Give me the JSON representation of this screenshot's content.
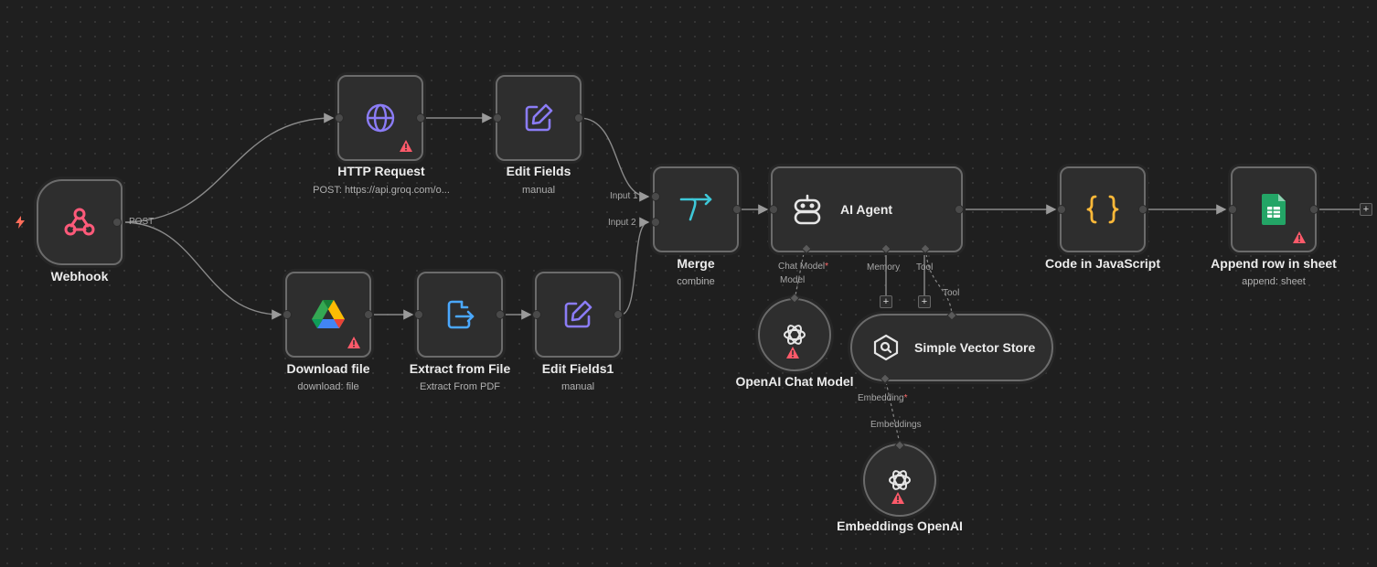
{
  "canvas": {
    "background": "#1f1f1f",
    "accent": "#ff6d5a"
  },
  "nodes": {
    "webhook": {
      "title": "Webhook",
      "port_label": "POST",
      "icon": "webhook-icon"
    },
    "http_request": {
      "title": "HTTP Request",
      "subtitle": "POST: https://api.groq.com/o...",
      "icon": "globe-icon"
    },
    "edit_fields": {
      "title": "Edit Fields",
      "subtitle": "manual",
      "icon": "pencil-square-icon"
    },
    "download_file": {
      "title": "Download file",
      "subtitle": "download: file",
      "icon": "google-drive-icon"
    },
    "extract_from_file": {
      "title": "Extract from File",
      "subtitle": "Extract From PDF",
      "icon": "file-export-icon"
    },
    "edit_fields1": {
      "title": "Edit Fields1",
      "subtitle": "manual",
      "icon": "pencil-square-icon"
    },
    "merge": {
      "title": "Merge",
      "subtitle": "combine",
      "input1": "Input 1",
      "input2": "Input 2",
      "icon": "merge-icon"
    },
    "ai_agent": {
      "title": "AI Agent",
      "chat_model_label": "Chat Model",
      "memory_label": "Memory",
      "tool_label": "Tool",
      "icon": "robot-icon"
    },
    "openai_chat_model": {
      "title": "OpenAI Chat Model",
      "port_label": "Model",
      "icon": "openai-icon"
    },
    "simple_vector_store": {
      "title": "Simple Vector Store",
      "tool_label": "Tool",
      "embedding_label": "Embedding",
      "icon": "vector-store-icon"
    },
    "embeddings_openai": {
      "title": "Embeddings OpenAI",
      "port_label": "Embeddings",
      "icon": "openai-icon"
    },
    "code_js": {
      "title": "Code in JavaScript",
      "icon": "curly-braces-icon"
    },
    "append_row": {
      "title": "Append row in sheet",
      "subtitle": "append: sheet",
      "icon": "google-sheets-icon"
    }
  },
  "required_marker": "*",
  "plus_symbol": "+"
}
